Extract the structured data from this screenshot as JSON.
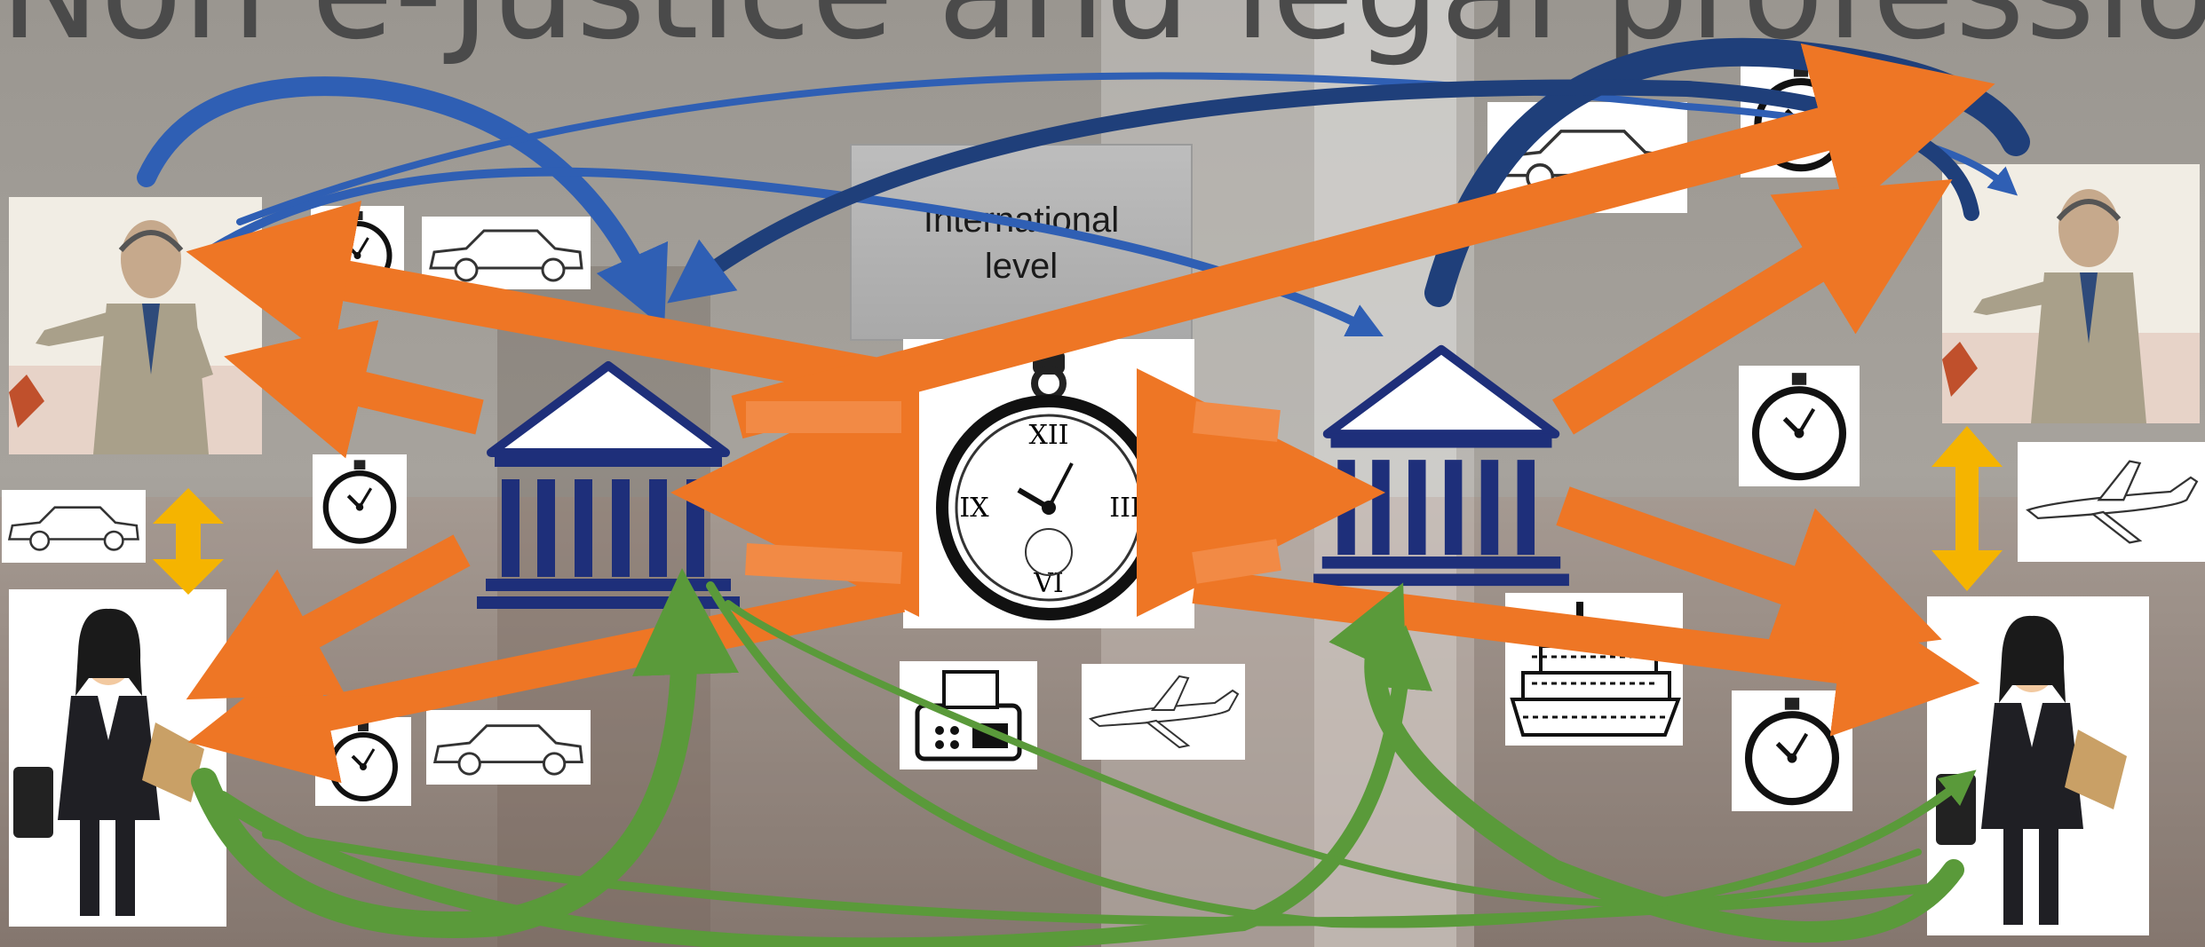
{
  "slide": {
    "title": "Non e-Justice and legal professionals",
    "international_label_line1": "International",
    "international_label_line2": "level"
  },
  "colors": {
    "orange_arrow": "#ee7625",
    "orange_arrow_light": "#f28a45",
    "blue_arrow": "#2f5fb4",
    "dark_blue_arrow": "#1f3f7a",
    "green_arrow": "#5a9a3a",
    "yellow_arrow": "#f5b400",
    "court_blue": "#1e2f7a",
    "background": "#8e8a84"
  },
  "icons": [
    "courthouse-icon",
    "pocket-watch-icon",
    "car-icon",
    "airplane-icon",
    "ship-icon",
    "fax-machine-icon",
    "lawyer-man",
    "lawyer-woman"
  ]
}
